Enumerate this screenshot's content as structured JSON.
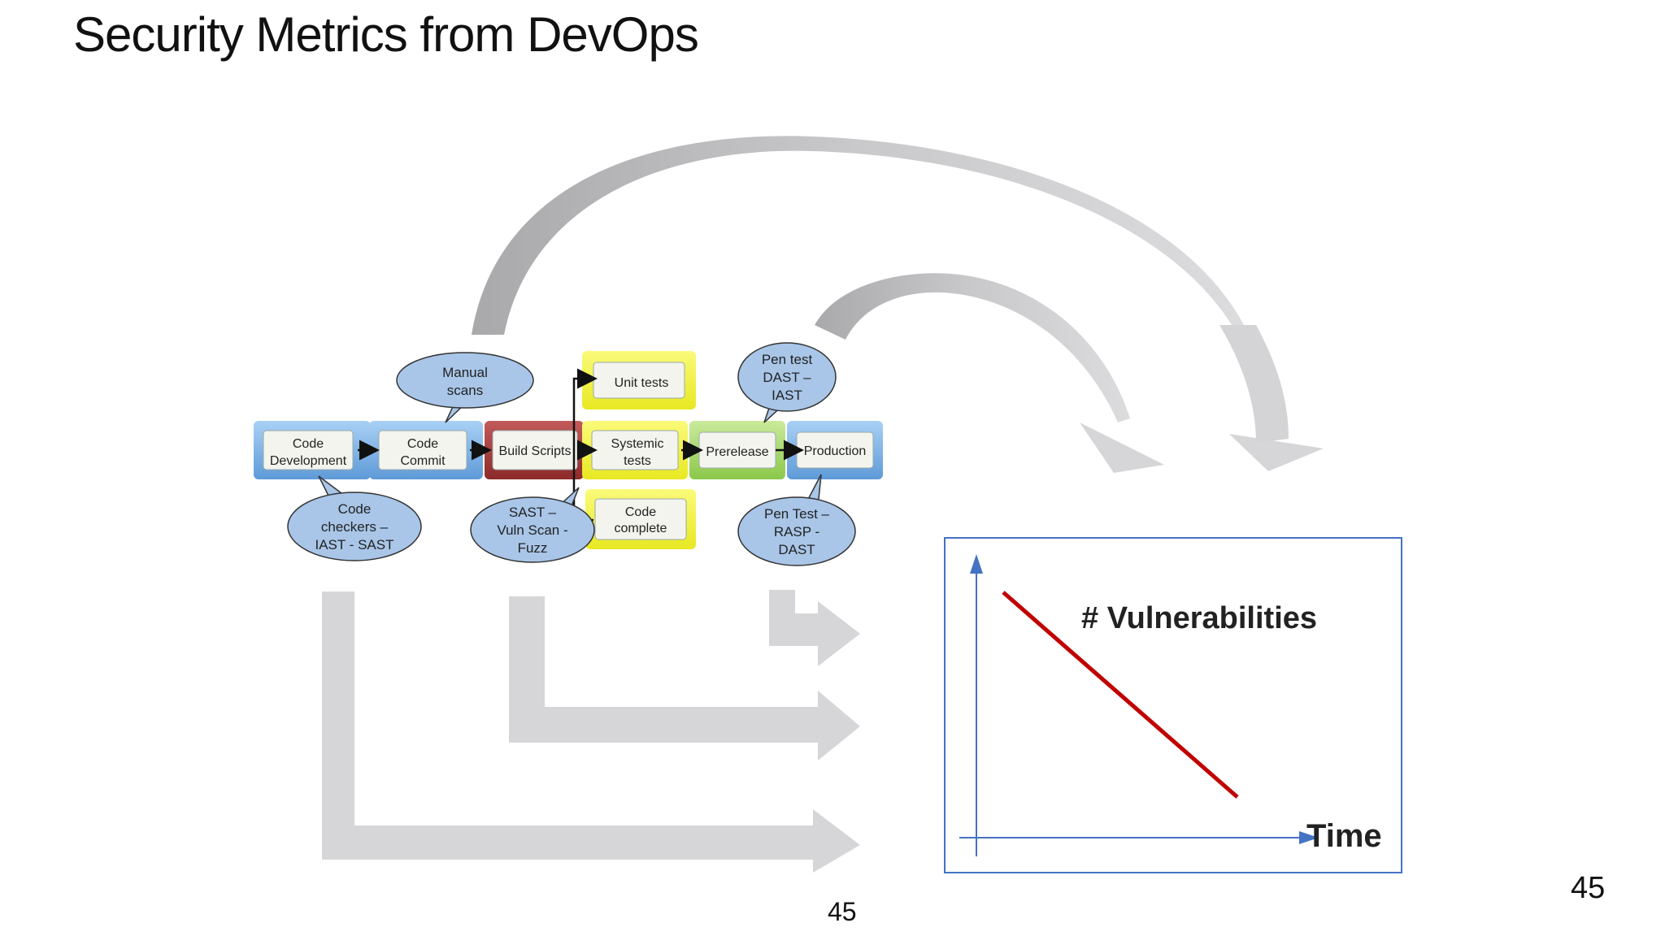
{
  "slide": {
    "title": "Security Metrics from DevOps",
    "page_number": "45",
    "embedded_page_number": "45"
  },
  "pipeline": {
    "stages": [
      {
        "id": "code-development",
        "lines": [
          "Code",
          "Development"
        ]
      },
      {
        "id": "code-commit",
        "lines": [
          "Code",
          "Commit"
        ]
      },
      {
        "id": "build-scripts",
        "lines": [
          "Build Scripts"
        ]
      },
      {
        "id": "systemic-tests",
        "lines": [
          "Systemic",
          "tests"
        ]
      },
      {
        "id": "prerelease",
        "lines": [
          "Prerelease"
        ]
      },
      {
        "id": "production",
        "lines": [
          "Production"
        ]
      }
    ],
    "parallel": [
      {
        "id": "unit-tests",
        "lines": [
          "Unit tests"
        ]
      },
      {
        "id": "code-complete",
        "lines": [
          "Code",
          "complete"
        ]
      }
    ],
    "callouts": [
      {
        "id": "manual-scans",
        "lines": [
          "Manual",
          "scans"
        ]
      },
      {
        "id": "code-checkers",
        "lines": [
          "Code",
          "checkers –",
          "IAST - SAST"
        ]
      },
      {
        "id": "sast-vuln",
        "lines": [
          "SAST –",
          "Vuln Scan -",
          "Fuzz"
        ]
      },
      {
        "id": "pen-test-dast",
        "lines": [
          "Pen test",
          "DAST –",
          "IAST"
        ]
      },
      {
        "id": "pen-test-rasp",
        "lines": [
          "Pen Test –",
          "RASP -",
          "DAST"
        ]
      }
    ]
  },
  "metric_chart": {
    "series_label": "# Vulnerabilities",
    "x_axis_label": "Time",
    "trend": "decreasing",
    "line_color": "#c00000",
    "axis_color": "#4472c4"
  },
  "colors": {
    "stage_blue": "#7fb2e5",
    "stage_red": "#a83a3a",
    "stage_yellow": "#f2f23a",
    "stage_green": "#a9d86a",
    "callout_fill": "#a9c6e8",
    "arrow_gray": "#d4d4d6"
  }
}
